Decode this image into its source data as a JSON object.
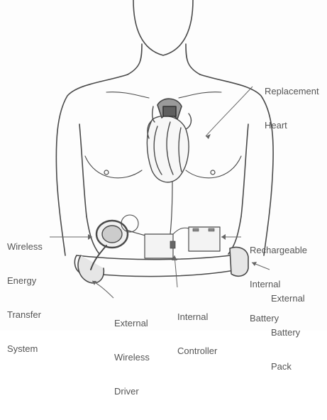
{
  "labels": {
    "replacement_heart": [
      "Replacement",
      "Heart"
    ],
    "rechargeable_battery": [
      "Rechargeable",
      "Internal",
      "Battery"
    ],
    "wireless_energy": [
      "Wireless",
      "Energy",
      "Transfer",
      "System"
    ],
    "external_battery": [
      "External",
      "Battery",
      "Pack"
    ],
    "internal_controller": [
      "Internal",
      "Controller"
    ],
    "external_driver": [
      "External",
      "Wireless",
      "Driver"
    ]
  }
}
